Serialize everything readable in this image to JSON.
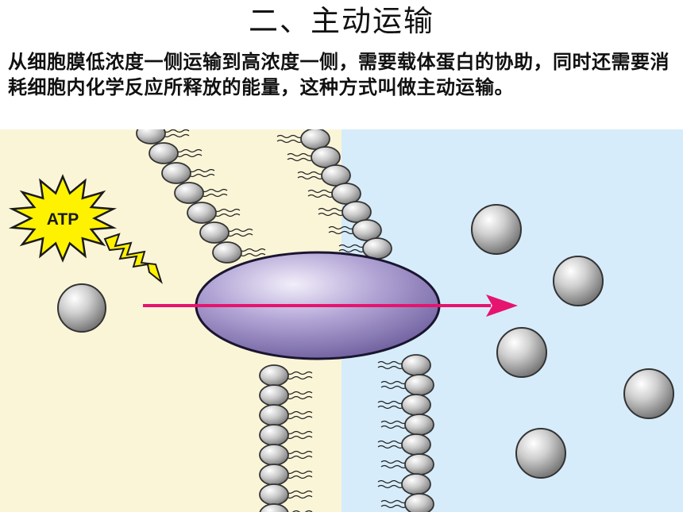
{
  "slide": {
    "title": "二、主动运输",
    "description": "从细胞膜低浓度一侧运输到高浓度一侧，需要载体蛋白的协助，同时还需要消耗细胞内化学反应所释放的能量，这种方式叫做主动运输。"
  },
  "diagram": {
    "atp_label": "ATP",
    "colors": {
      "low_side": "#fbf5d8",
      "high_side": "#d6ecfa",
      "protein": "#a596cc",
      "arrow": "#e6136f",
      "atp_burst": "#fff200"
    },
    "molecules_low_side": 1,
    "molecules_high_side": 5
  }
}
